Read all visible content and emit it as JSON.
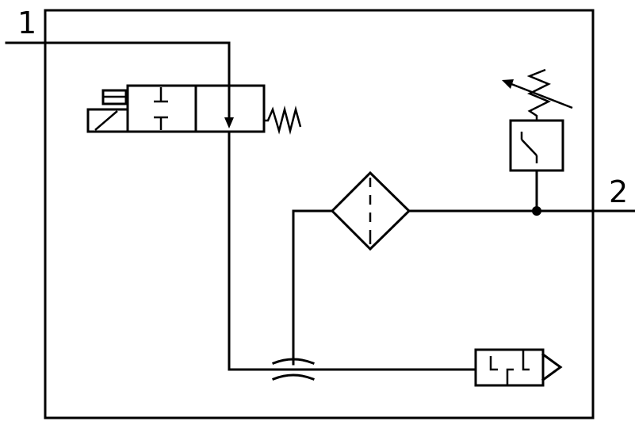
{
  "diagram": {
    "ports": {
      "port_1": "1",
      "port_2": "2"
    },
    "components": [
      "solenoid-valve",
      "filter",
      "pressure-switch",
      "flow-restrictor",
      "silencer"
    ],
    "colors": {
      "stroke": "#000000",
      "background": "#ffffff"
    }
  }
}
